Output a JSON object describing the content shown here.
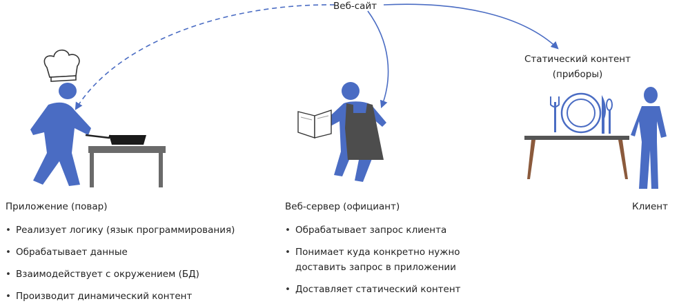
{
  "website_label": "Веб-сайт",
  "static_content": {
    "line1": "Статический контент",
    "line2": "(приборы)"
  },
  "client_label": "Клиент",
  "app": {
    "title": "Приложение (повар)",
    "items": [
      "Реализует логику (язык программирования)",
      "Обрабатывает данные",
      "Взаимодействует с окружением (БД)",
      "Производит динамический контент"
    ]
  },
  "server": {
    "title": "Веб-сервер (официант)",
    "items": [
      {
        "l1": "Обрабатывает запрос клиента",
        "l2": ""
      },
      {
        "l1": "Понимает куда конкретно нужно",
        "l2": "доставить запрос в приложении"
      },
      {
        "l1": "Доставляет статический контент",
        "l2": ""
      }
    ]
  },
  "colors": {
    "figure": "#4a6cc3",
    "dark": "#3a3a3a",
    "table_wood": "#8b5a3c",
    "table_top": "#555555"
  }
}
